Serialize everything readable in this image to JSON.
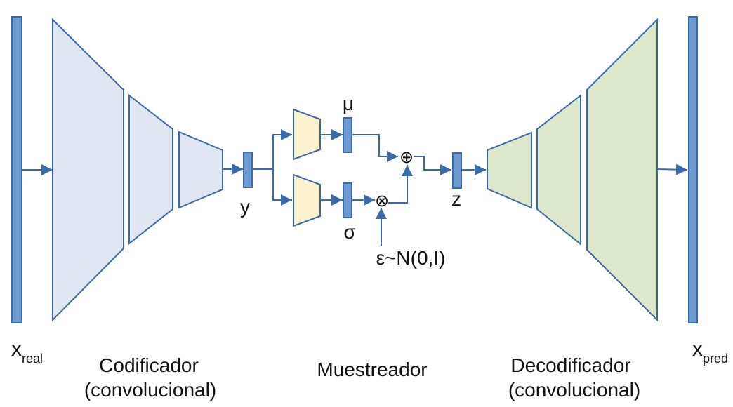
{
  "colors": {
    "stroke": "#3a6aa8",
    "vector_fill": "#6e9ad0",
    "encoder_fill": "#dfe6f1",
    "sampler_fill": "#fcf2cf",
    "decoder_fill": "#dce7cb",
    "text": "#111111"
  },
  "labels": {
    "x_real_main": "x",
    "x_real_sub": "real",
    "x_pred_main": "x",
    "x_pred_sub": "pred",
    "y": "y",
    "z": "z",
    "mu": "μ",
    "sigma": "σ",
    "plus_op": "⊕",
    "times_op": "⊗",
    "epsilon": "ε~N(0,I)"
  },
  "sections": {
    "encoder_line1": "Codificador",
    "encoder_line2": "(convolucional)",
    "sampler": "Muestreador",
    "decoder_line1": "Decodificador",
    "decoder_line2": "(convolucional)"
  }
}
